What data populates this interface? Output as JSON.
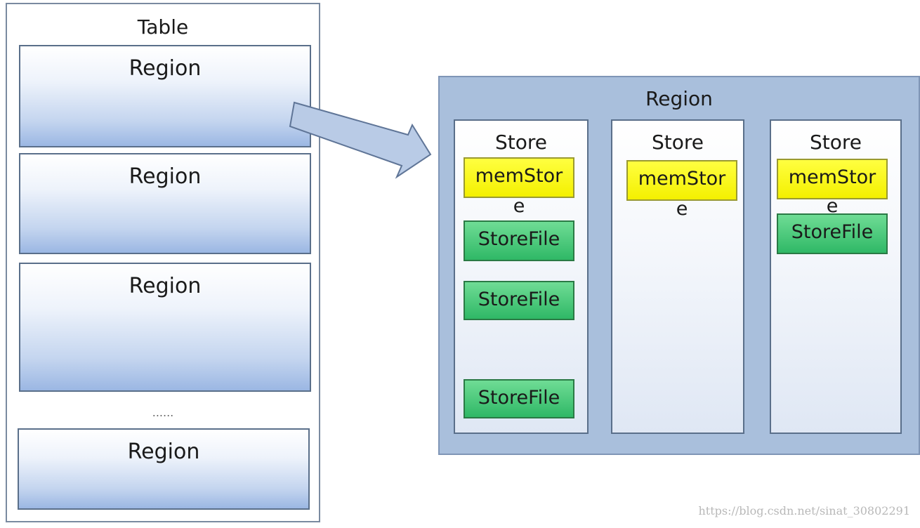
{
  "table": {
    "title": "Table",
    "region_label": "Region",
    "regions": [
      "Region",
      "Region",
      "Region",
      "Region"
    ],
    "ellipsis": "......"
  },
  "region_detail": {
    "title": "Region",
    "stores": [
      {
        "title": "Store",
        "memstore": "memStor",
        "memstore_wrap": "e",
        "storefiles": [
          "StoreFile",
          "StoreFile",
          "StoreFile"
        ]
      },
      {
        "title": "Store",
        "memstore": "memStor",
        "memstore_wrap": "e",
        "storefiles": []
      },
      {
        "title": "Store",
        "memstore": "memStor",
        "memstore_wrap": "e",
        "storefiles": [
          "StoreFile"
        ]
      }
    ]
  },
  "watermark": "https://blog.csdn.net/sinat_30802291",
  "colors": {
    "region_fill": "#9bb7e3",
    "region_container": "#a9bfdc",
    "memstore": "#f4f000",
    "storefile": "#2fb866",
    "arrow_fill": "#b9cbe6"
  }
}
